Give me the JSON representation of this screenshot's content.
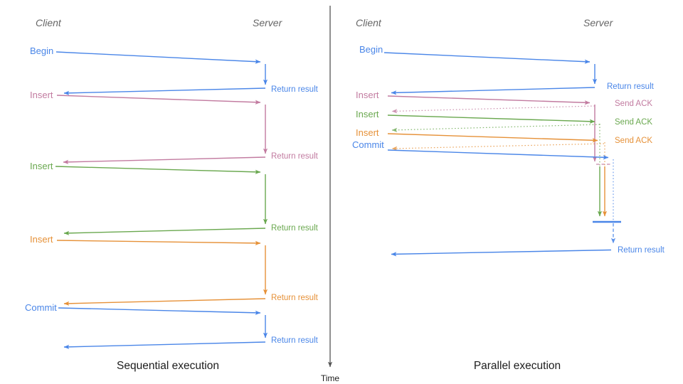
{
  "palette": {
    "blue": "#4a86e8",
    "pink": "#c27ba0",
    "green": "#6aa84f",
    "orange": "#e69138",
    "role_gray": "#666666",
    "axis_gray": "#555555",
    "text_black": "#1d1d1d"
  },
  "time_axis": {
    "label": "Time"
  },
  "left_panel": {
    "client_label": "Client",
    "server_label": "Server",
    "caption": "Sequential execution",
    "events": [
      {
        "label": "Begin",
        "color": "blue",
        "result_label": "Return result"
      },
      {
        "label": "Insert",
        "color": "pink",
        "result_label": "Return result"
      },
      {
        "label": "Insert",
        "color": "green",
        "result_label": "Return result"
      },
      {
        "label": "Insert",
        "color": "orange",
        "result_label": "Return result"
      },
      {
        "label": "Commit",
        "color": "blue",
        "result_label": "Return result"
      }
    ]
  },
  "right_panel": {
    "client_label": "Client",
    "server_label": "Server",
    "caption": "Parallel execution",
    "events": [
      {
        "label": "Begin",
        "color": "blue",
        "result_label": "Return result"
      },
      {
        "label": "Insert",
        "color": "pink",
        "ack_label": "Send ACK"
      },
      {
        "label": "Insert",
        "color": "green",
        "ack_label": "Send ACK"
      },
      {
        "label": "Insert",
        "color": "orange",
        "ack_label": "Send ACK"
      },
      {
        "label": "Commit",
        "color": "blue",
        "result_label": "Return result"
      }
    ]
  }
}
